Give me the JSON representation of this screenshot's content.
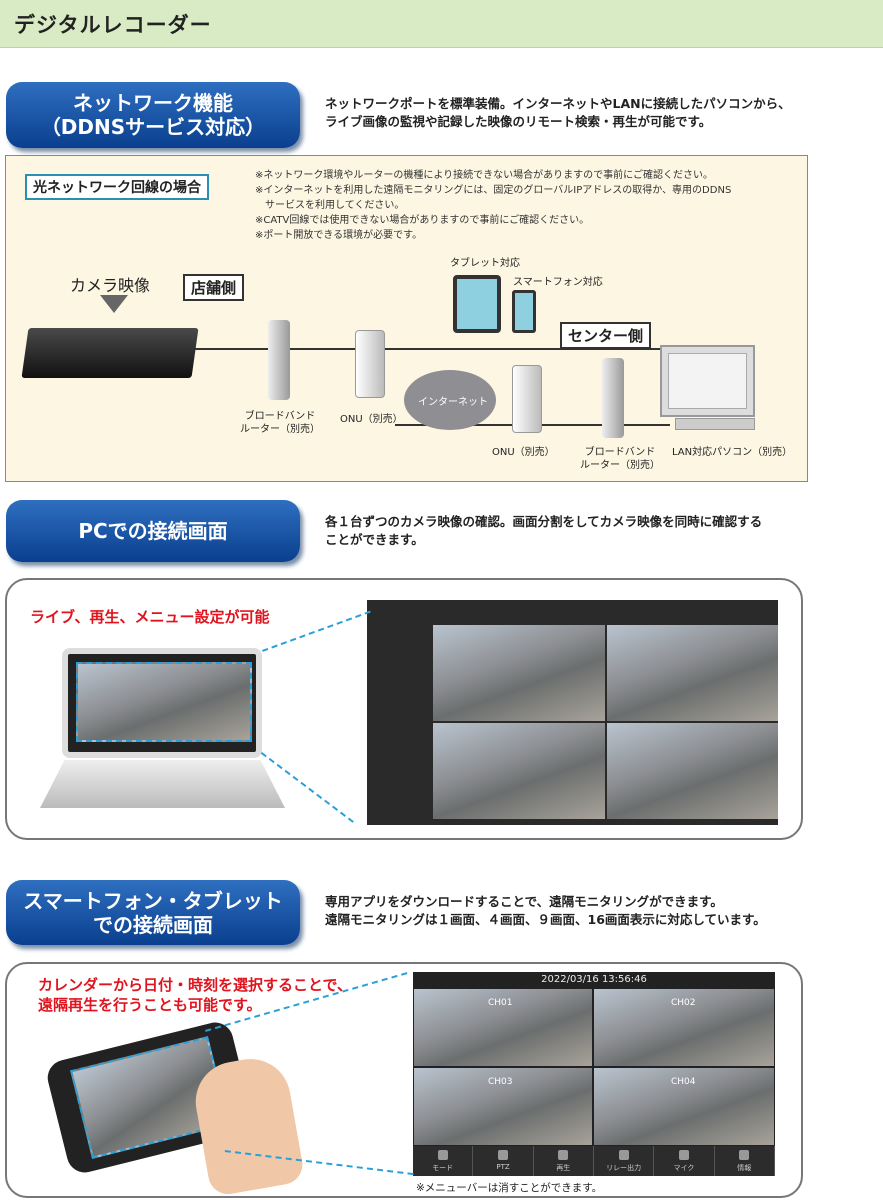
{
  "header": {
    "title": "デジタルレコーダー"
  },
  "network": {
    "button": [
      "ネットワーク機能",
      "（DDNSサービス対応）"
    ],
    "description": [
      "ネットワークポートを標準装備。インターネットやLANに接続したパソコンから、",
      "ライブ画像の監視や記録した映像のリモート検索・再生が可能です。"
    ],
    "case_label": "光ネットワーク回線の場合",
    "notes": [
      "※ネットワーク環境やルーターの機種により接続できない場合がありますので事前にご確認ください。",
      "※インターネットを利用した遠隔モニタリングには、固定のグローバルIPアドレスの取得か、専用のDDNS",
      "　サービスを利用してください。",
      "※CATV回線では使用できない場合がありますので事前にご確認ください。",
      "※ポート開放できる環境が必要です。"
    ],
    "camera_label": "カメラ映像",
    "store_side": "店舗側",
    "center_side": "センター側",
    "tablet": "タブレット対応",
    "smartphone": "スマートフォン対応",
    "internet": "インターネット",
    "router1": [
      "ブロードバンド",
      "ルーター（別売）"
    ],
    "onu1": "ONU（別売）",
    "onu2": "ONU（別売）",
    "router2": [
      "ブロードバンド",
      "ルーター（別売）"
    ],
    "pc": "LAN対応パソコン（別売）"
  },
  "pc": {
    "button": "PCでの接続画面",
    "description": [
      "各１台ずつのカメラ映像の確認。画面分割をしてカメラ映像を同時に確認する",
      "ことができます。"
    ],
    "callout": "ライブ、再生、メニュー設定が可能"
  },
  "mobile": {
    "button": [
      "スマートフォン・タブレット",
      "での接続画面"
    ],
    "description": [
      "専用アプリをダウンロードすることで、遠隔モニタリングができます。",
      "遠隔モニタリングは１画面、４画面、９画面、16画面表示に対応しています。"
    ],
    "callout": [
      "カレンダーから日付・時刻を選択することで、",
      "遠隔再生を行うことも可能です。"
    ],
    "timestamp": "2022/03/16 13:56:46",
    "channels": [
      "CH01",
      "CH02",
      "CH03",
      "CH04"
    ],
    "menu": [
      "モード",
      "PTZ",
      "再生",
      "リレー出力",
      "マイク",
      "情報"
    ],
    "note": "※メニューバーは消すことができます。"
  }
}
